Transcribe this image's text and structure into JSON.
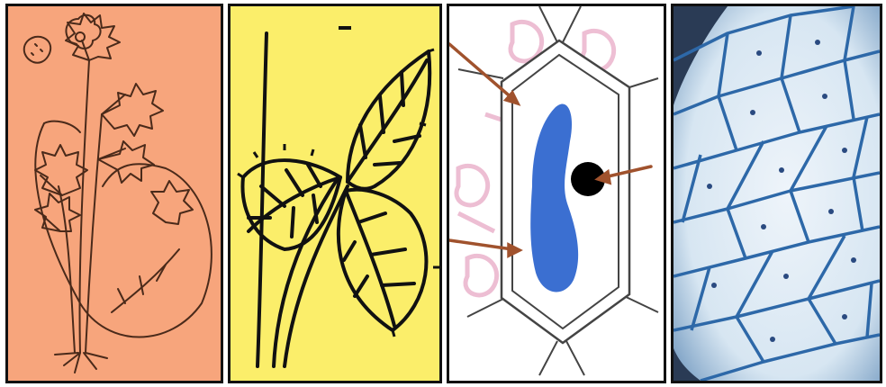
{
  "panels": [
    {
      "name": "plant-illustration-panel",
      "background": "#f7a57c",
      "stroke": "#4a2a1a"
    },
    {
      "name": "leaf-illustration-panel",
      "background": "#fbee6a",
      "stroke": "#111111"
    },
    {
      "name": "cell-diagram-panel",
      "background": "#ffffff",
      "stroke": "#444444",
      "cytoplasm": "#3b6fd1",
      "nucleus": "#000000",
      "arrows": "#a0522d",
      "watermark": "#e08ab0"
    },
    {
      "name": "microscope-cells-panel",
      "background": "#d7e6f2",
      "cell_walls": "#2d68a8",
      "nuclei": "#2a4a80"
    }
  ]
}
